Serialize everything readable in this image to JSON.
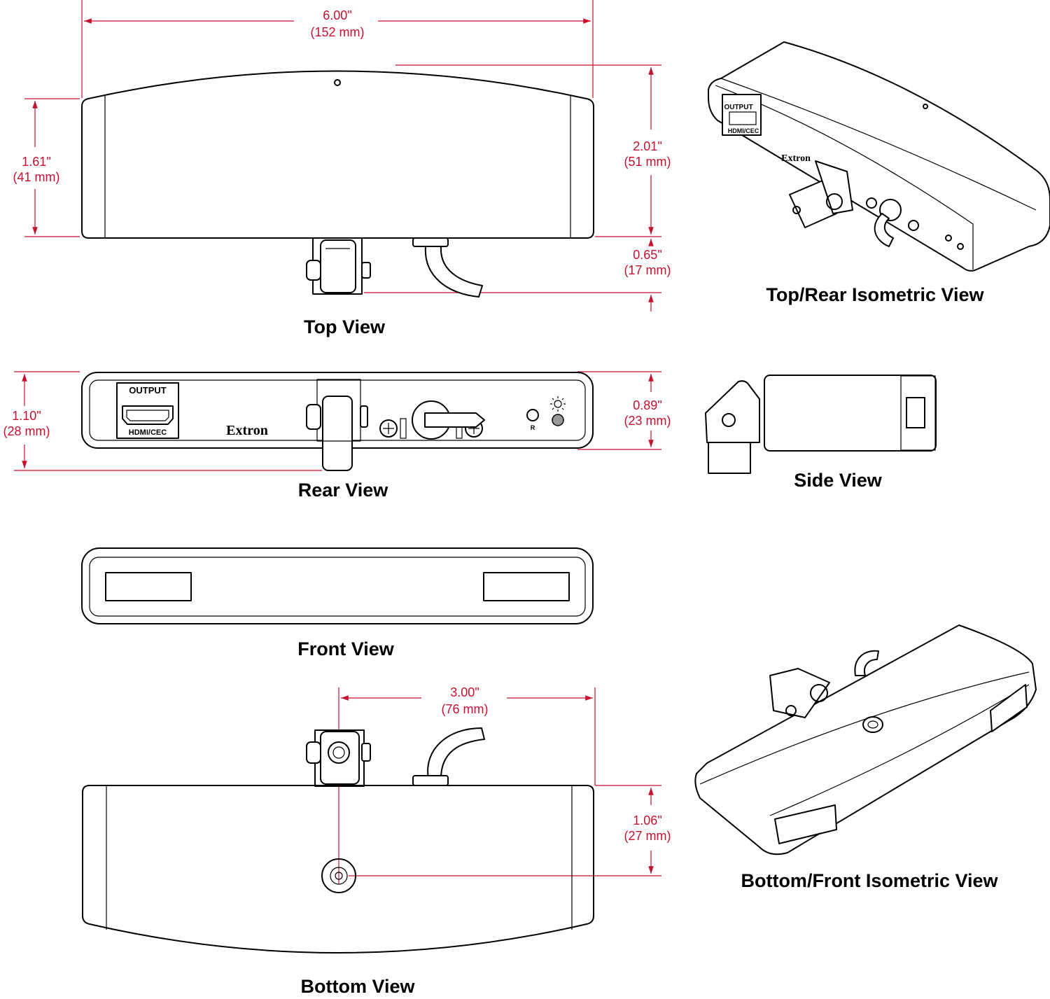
{
  "views": {
    "top": "Top View",
    "top_rear_iso": "Top/Rear Isometric View",
    "rear": "Rear View",
    "side": "Side View",
    "front": "Front View",
    "bottom": "Bottom View",
    "bottom_front_iso": "Bottom/Front Isometric View"
  },
  "dimensions": {
    "width": {
      "in": "6.00\"",
      "mm": "(152 mm)"
    },
    "top_depth": {
      "in": "1.61\"",
      "mm": "(41 mm)"
    },
    "top_overall": {
      "in": "2.01\"",
      "mm": "(51 mm)"
    },
    "mount": {
      "in": "0.65\"",
      "mm": "(17 mm)"
    },
    "rear_height": {
      "in": "1.10\"",
      "mm": "(28 mm)"
    },
    "rear_body": {
      "in": "0.89\"",
      "mm": "(23 mm)"
    },
    "mount_offset": {
      "in": "3.00\"",
      "mm": "(76 mm)"
    },
    "bottom_depth": {
      "in": "1.06\"",
      "mm": "(27 mm)"
    }
  },
  "device_labels": {
    "port_header": "OUTPUT",
    "port_name": "HDMI/CEC",
    "brand": "Extron",
    "reset": "R"
  },
  "colors": {
    "dimension": "#c8102e",
    "outline": "#000000",
    "led": "#999999"
  }
}
